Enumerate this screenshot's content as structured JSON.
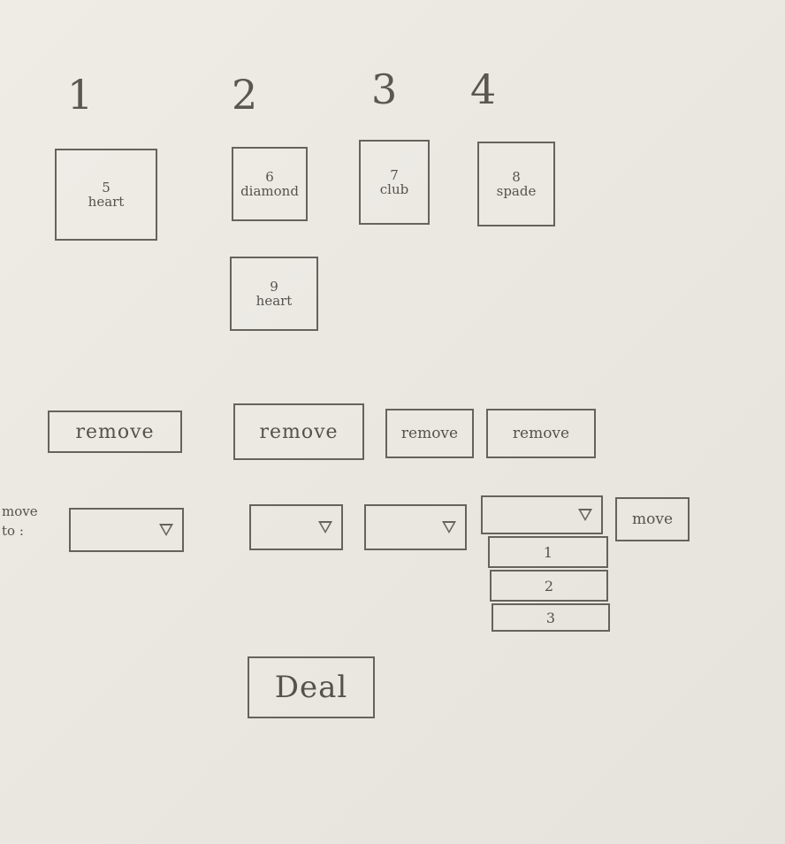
{
  "piles": [
    {
      "number": "1",
      "card": {
        "rank": "5",
        "suit": "heart"
      }
    },
    {
      "number": "2",
      "card": {
        "rank": "6",
        "suit": "diamond"
      },
      "card2": {
        "rank": "9",
        "suit": "heart"
      }
    },
    {
      "number": "3",
      "card": {
        "rank": "7",
        "suit": "club"
      }
    },
    {
      "number": "4",
      "card": {
        "rank": "8",
        "suit": "spade"
      }
    }
  ],
  "remove_label": "remove",
  "move_to_label": [
    "move",
    "to :"
  ],
  "move_button_label": "move",
  "dropdown_options": [
    "1",
    "2",
    "3"
  ],
  "deal_button_label": "Deal"
}
